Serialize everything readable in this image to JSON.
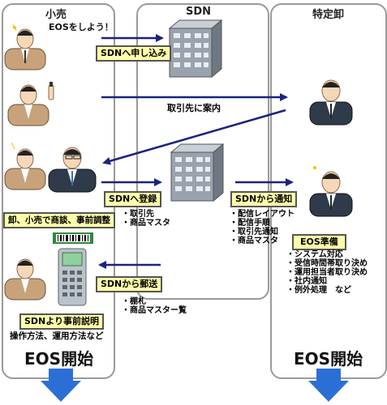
{
  "lanes": {
    "retail": "小売",
    "sdn": "SDN",
    "wholesale": "特定卸"
  },
  "bubble": "EOSをしよう！",
  "flows": {
    "apply": "SDNへ申し込み",
    "guide": "取引先に案内",
    "register": "SDNへ登録",
    "notify": "SDNから通知",
    "mail": "SDNから郵送"
  },
  "register_items": [
    "・取引先",
    "・商品マスタ"
  ],
  "notify_items": [
    "・配信レイアウト",
    "・配信手順",
    "・取引先通知",
    "・商品マスタ"
  ],
  "mail_items": [
    "・棚札",
    "・商品マスター覧"
  ],
  "pre_adjust": "卸、小売で商談、事前調整",
  "eos_prep": {
    "title": "EOS準備",
    "items": [
      "・システム対応",
      "・受信時間帯取り決め",
      "・運用担当者取り決め",
      "・社内通知",
      "・例外処理　など"
    ]
  },
  "pre_explain": {
    "title": "SDNより事前説明",
    "detail": "操作方法、運用方法など"
  },
  "eos_start_left": "EOS開始",
  "eos_start_right": "EOS開始",
  "colors": {
    "arrow": "#1a237e",
    "label_bg": "#ffffaa",
    "lane_border": "#9a9a9a",
    "down_arrow": "#2b6fd6"
  }
}
